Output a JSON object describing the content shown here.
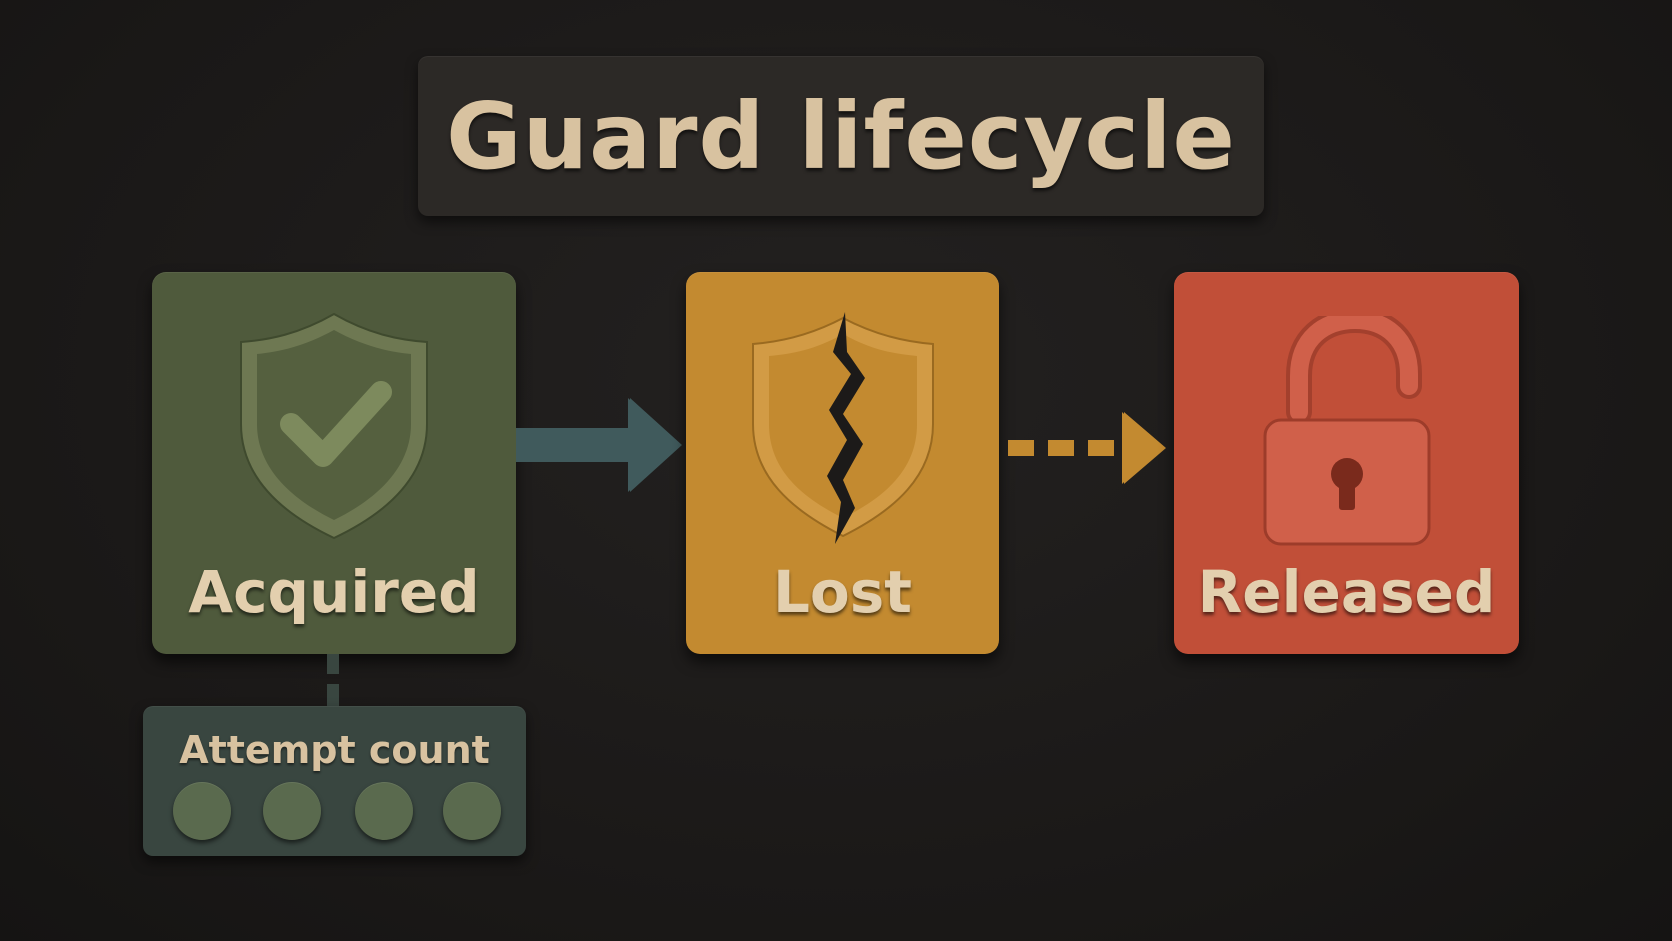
{
  "title": "Guard lifecycle",
  "states": {
    "acquired": {
      "label": "Acquired",
      "icon": "shield-check-icon",
      "color": "#4f5a3c"
    },
    "lost": {
      "label": "Lost",
      "icon": "cracked-shield-icon",
      "color": "#c38a30"
    },
    "released": {
      "label": "Released",
      "icon": "unlocked-padlock-icon",
      "color": "#c14f38"
    }
  },
  "transitions": [
    {
      "from": "acquired",
      "to": "lost",
      "style": "solid",
      "color": "#405a5c"
    },
    {
      "from": "lost",
      "to": "released",
      "style": "dashed",
      "color": "#c38a30"
    }
  ],
  "attempt_count": {
    "label": "Attempt count",
    "dots": 4,
    "color": "#394640"
  }
}
